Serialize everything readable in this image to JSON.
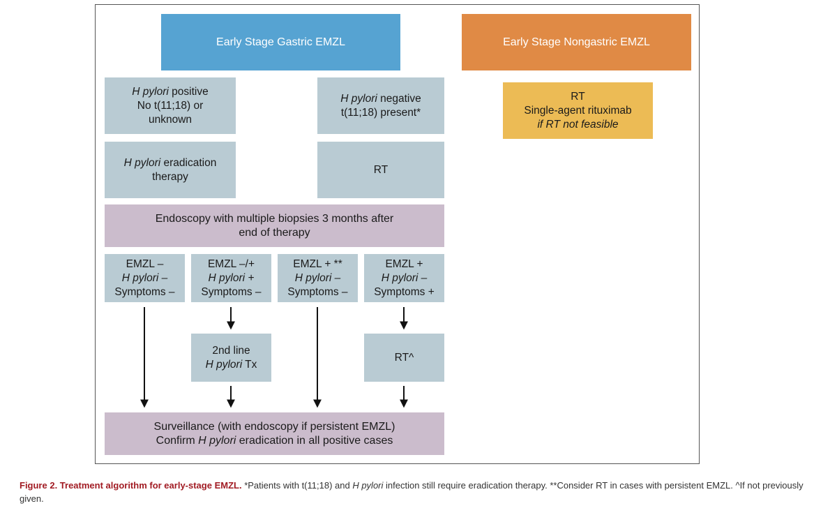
{
  "diagram": {
    "gastric_header": "Early Stage Gastric EMZL",
    "nongastric_header": "Early Stage Nongastric EMZL",
    "hp_positive": {
      "italic": "H pylori",
      "line1_rest": " positive",
      "line2": "No t(11;18) or",
      "line3": "unknown"
    },
    "hp_negative": {
      "italic": "H pylori",
      "line1_rest": " negative",
      "line2": "t(11;18) present*"
    },
    "eradication": {
      "italic": "H pylori",
      "line1_rest": " eradication",
      "line2": "therapy"
    },
    "rt_gastric": "RT",
    "nongastric_tx": {
      "line1": "RT",
      "line2": "Single-agent rituximab",
      "line3": "if RT not feasible"
    },
    "endoscopy": {
      "line1": "Endoscopy with multiple biopsies 3 months after",
      "line2": "end of therapy"
    },
    "outcomes": [
      {
        "line1": "EMZL –",
        "line2": "H pylori –",
        "line3": "Symptoms –"
      },
      {
        "line1": "EMZL –/+",
        "line2": "H pylori +",
        "line3": "Symptoms –"
      },
      {
        "line1": "EMZL + **",
        "line2": "H pylori –",
        "line3": "Symptoms –"
      },
      {
        "line1": "EMZL +",
        "line2": "H pylori –",
        "line3": "Symptoms +"
      }
    ],
    "second_line": {
      "line1": "2nd line",
      "italic": "H pylori",
      "line2_rest": " Tx"
    },
    "rt_caret": "RT^",
    "surveillance": {
      "line1": "Surveillance (with endoscopy if persistent EMZL)",
      "line2_pre": "Confirm ",
      "italic": "H pylori",
      "line2_post": " eradication in all positive cases"
    }
  },
  "caption": {
    "label": "Figure 2. Treatment algorithm for early-stage EMZL.",
    "part1": " *Patients with t(11;18) and ",
    "italic": "H pylori",
    "part2": " infection still require eradication therapy. **Consider RT in cases with persistent EMZL. ^If not previously given."
  },
  "colors": {
    "gastric_header": "#56a3d2",
    "nongastric_header": "#e08a45",
    "gray_box": "#b9cbd3",
    "yellow_box": "#ecbb55",
    "purple_box": "#cbbccc",
    "caption_label": "#a11b23"
  }
}
